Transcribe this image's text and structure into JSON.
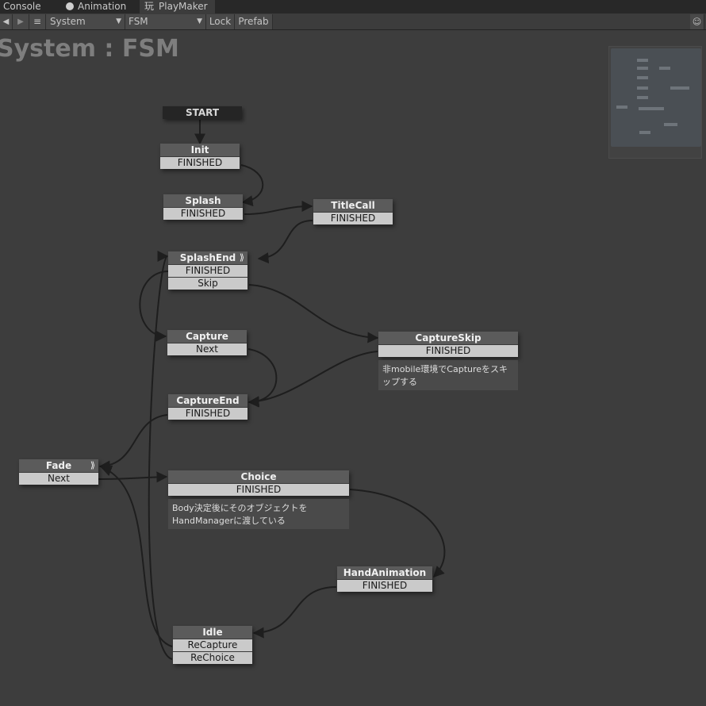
{
  "tabs": [
    {
      "label": "Console",
      "icon": "console-icon"
    },
    {
      "label": "Animation",
      "icon": "animation-clock-icon"
    },
    {
      "label": "PlayMaker",
      "icon": "playmaker-icon",
      "icon_glyph": "玩",
      "active": true
    }
  ],
  "toolbar": {
    "back_icon": "back-arrow-icon",
    "forward_icon": "forward-arrow-icon",
    "menu_icon": "menu-icon",
    "gameobject_select": "System",
    "fsm_select": "FSM",
    "lock_label": "Lock",
    "prefab_label": "Prefab",
    "settings_icon": "window-settings-icon"
  },
  "canvas": {
    "title": "System : FSM",
    "background": "#3d3d3d"
  },
  "states": {
    "start": {
      "name": "START"
    },
    "init": {
      "name": "Init",
      "events": [
        "FINISHED"
      ]
    },
    "splash": {
      "name": "Splash",
      "events": [
        "FINISHED"
      ]
    },
    "titlecall": {
      "name": "TitleCall",
      "events": [
        "FINISHED"
      ]
    },
    "splashend": {
      "name": "SplashEnd",
      "global_glyph": "⟫",
      "events": [
        "FINISHED",
        "Skip"
      ]
    },
    "capture": {
      "name": "Capture",
      "events": [
        "Next"
      ]
    },
    "captureskip": {
      "name": "CaptureSkip",
      "events": [
        "FINISHED"
      ],
      "description": "非mobile環境でCaptureをスキップする"
    },
    "captureend": {
      "name": "CaptureEnd",
      "events": [
        "FINISHED"
      ]
    },
    "fade": {
      "name": "Fade",
      "global_glyph": "⟫",
      "events": [
        "Next"
      ]
    },
    "choice": {
      "name": "Choice",
      "events": [
        "FINISHED"
      ],
      "description": "Body決定後にそのオブジェクトをHandManagerに渡している"
    },
    "handanimation": {
      "name": "HandAnimation",
      "events": [
        "FINISHED"
      ]
    },
    "idle": {
      "name": "Idle",
      "events": [
        "ReCapture",
        "ReChoice"
      ]
    }
  },
  "colors": {
    "state_header": "#5b5b5b",
    "event_row": "#cacaca",
    "link": "#1e1e1e",
    "minimap": "#4a4f54"
  }
}
